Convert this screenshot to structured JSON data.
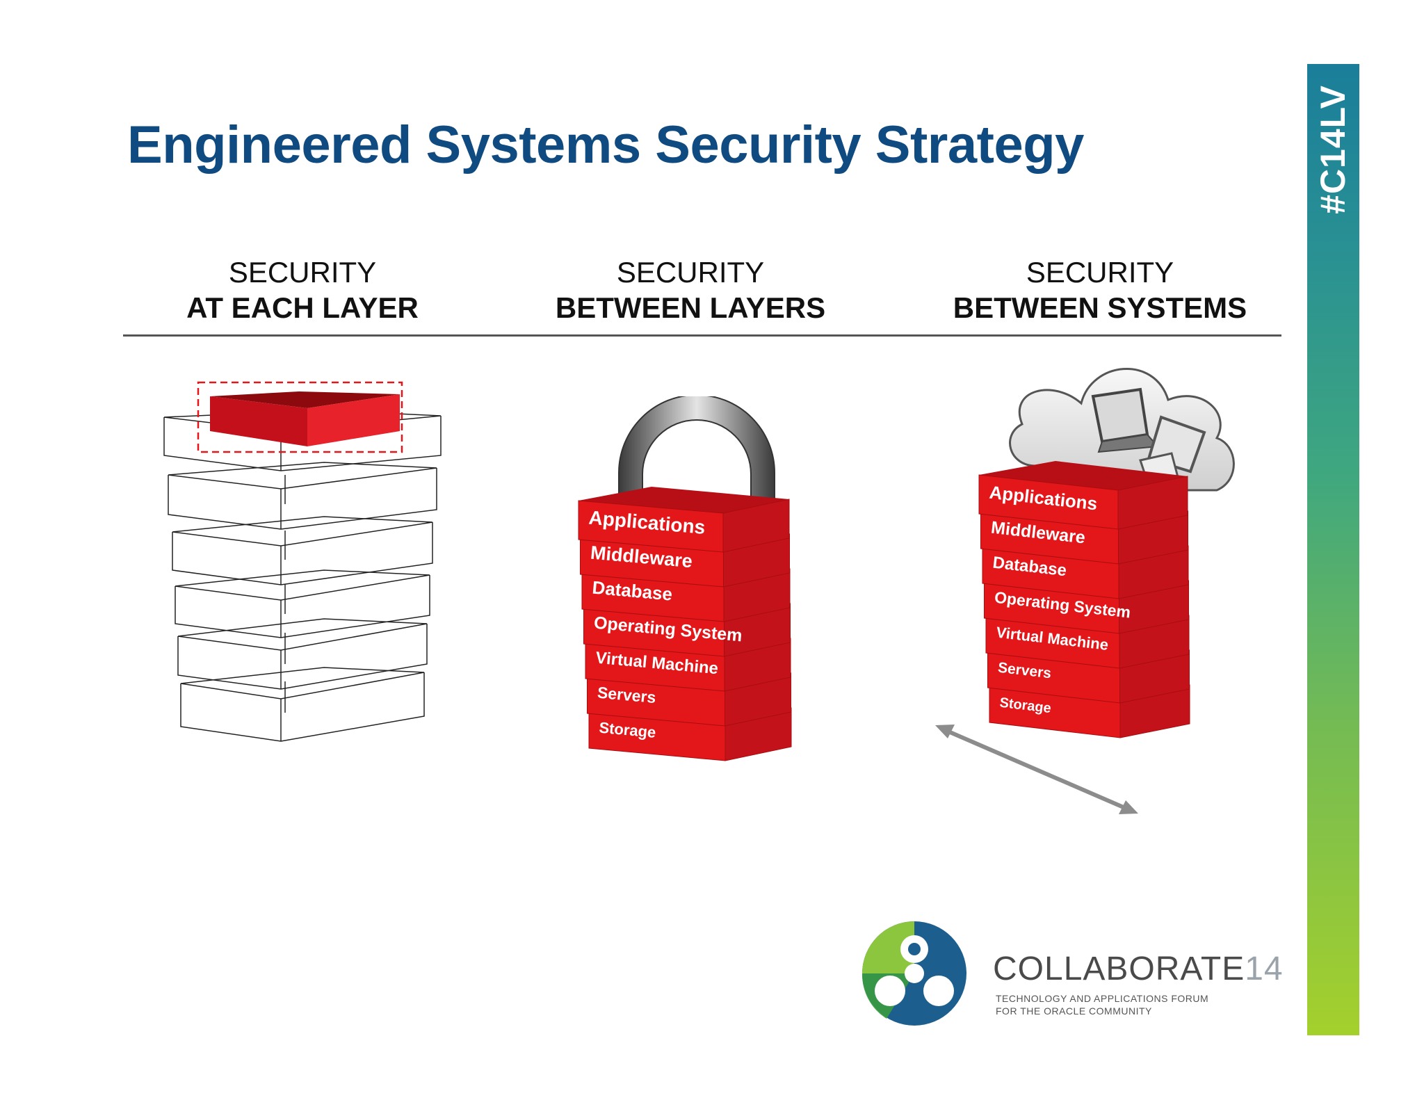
{
  "slide": {
    "title": "Engineered Systems Security Strategy",
    "side_tag": "#C14LV"
  },
  "columns": [
    {
      "line1": "SECURITY",
      "line2": "AT EACH LAYER"
    },
    {
      "line1": "SECURITY",
      "line2": "BETWEEN LAYERS"
    },
    {
      "line1": "SECURITY",
      "line2": "BETWEEN SYSTEMS"
    }
  ],
  "stack_layers": [
    "Applications",
    "Middleware",
    "Database",
    "Operating System",
    "Virtual Machine",
    "Servers",
    "Storage"
  ],
  "logo": {
    "name_text": "COLLABORATE",
    "name_number": "14",
    "tagline_line1": "TECHNOLOGY AND APPLICATIONS FORUM",
    "tagline_line2": "FOR THE ORACLE COMMUNITY"
  },
  "colors": {
    "title": "#0f4a80",
    "layer_red": "#e3161a",
    "side_bar_top": "#1a7e9a",
    "side_bar_bottom": "#a5d02c"
  },
  "icons": [
    "lock-shackle-icon",
    "cloud-icon",
    "laptop-icon",
    "tablet-icon",
    "double-arrow-icon"
  ]
}
